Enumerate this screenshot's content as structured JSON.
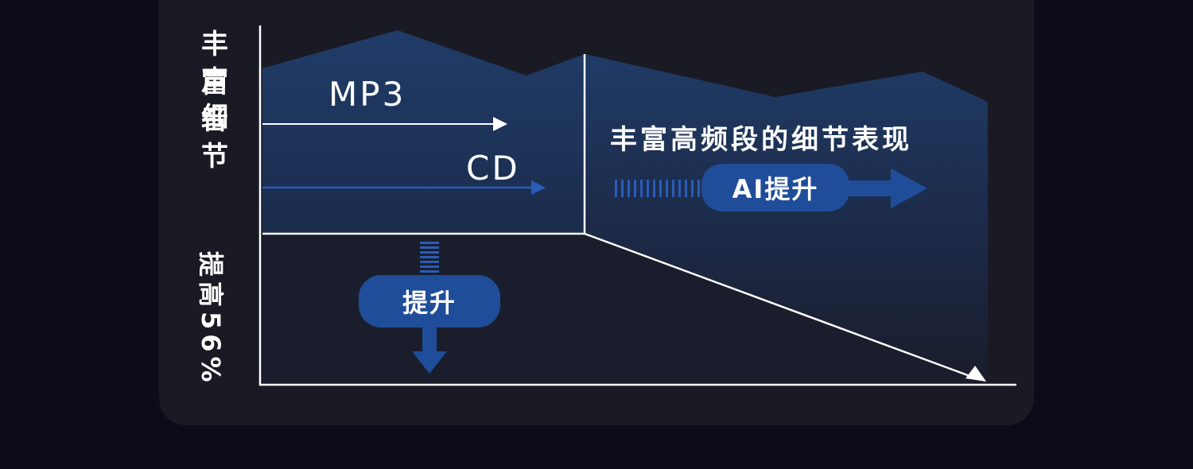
{
  "diagram": {
    "y_axis_top_label": [
      "丰富",
      "声音",
      "细节"
    ],
    "y_axis_bottom_label": "提高56%",
    "mp3_label": "MP3",
    "cd_label": "CD",
    "high_freq_label": "丰富高频段的细节表现",
    "ai_boost_label": "AI提升",
    "boost_label": "提升"
  },
  "colors": {
    "background": "#0b0b1a",
    "card": "#1a1a24",
    "area_top": "#1e3a64",
    "area_bottom": "#1a1f30",
    "accent_blue": "#1f4d99",
    "line": "#ffffff"
  }
}
